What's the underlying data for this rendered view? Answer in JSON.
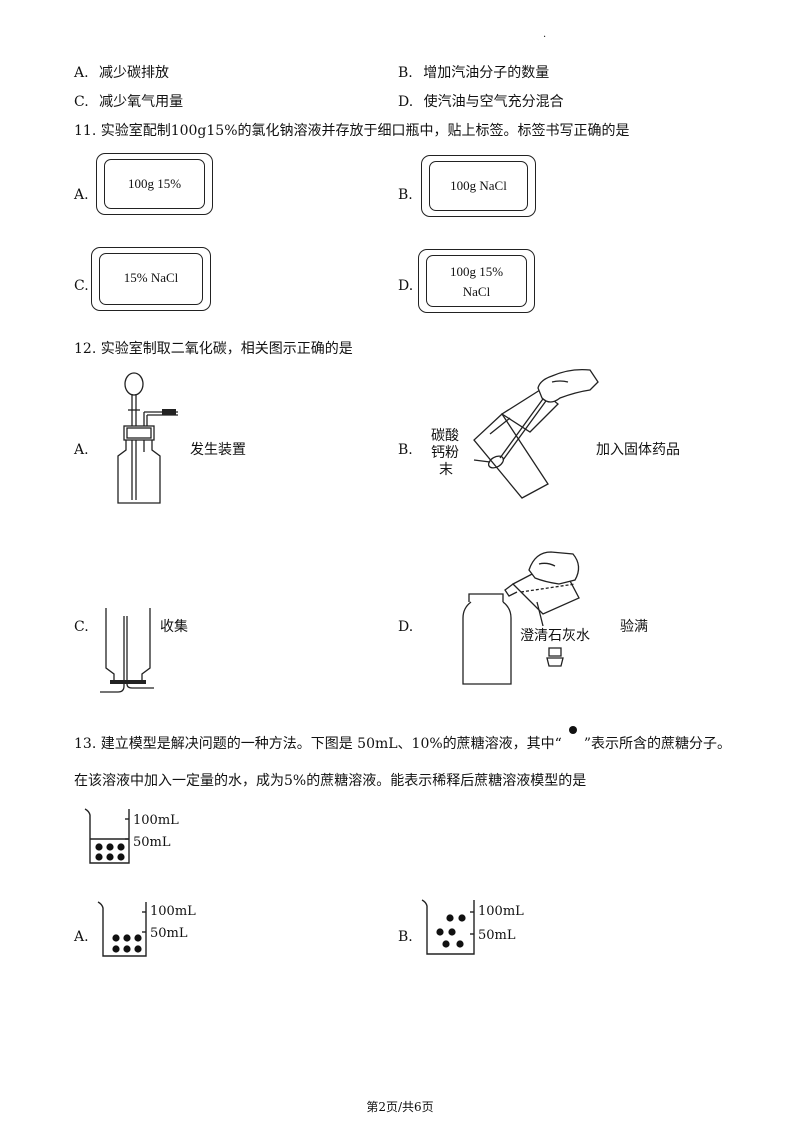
{
  "top_mark": ".",
  "q10": {
    "options": [
      {
        "letter": "A.",
        "text": "减少碳排放"
      },
      {
        "letter": "B.",
        "text": "增加汽油分子的数量"
      },
      {
        "letter": "C.",
        "text": "减少氧气用量"
      },
      {
        "letter": "D.",
        "text": "使汽油与空气充分混合"
      }
    ]
  },
  "q11": {
    "stem": "11.  实验室配制100g15%的氯化钠溶液并存放于细口瓶中，贴上标签。标签书写正确的是",
    "options": [
      {
        "letter": "A.",
        "label_lines": [
          "100g 15%"
        ]
      },
      {
        "letter": "B.",
        "label_lines": [
          "100g NaCl"
        ]
      },
      {
        "letter": "C.",
        "label_lines": [
          "15% NaCl"
        ]
      },
      {
        "letter": "D.",
        "label_lines": [
          "100g 15%",
          "NaCl"
        ]
      }
    ]
  },
  "q12": {
    "stem": "12.  实验室制取二氧化碳，相关图示正确的是",
    "options": [
      {
        "letter": "A.",
        "caption": "发生装置"
      },
      {
        "letter": "B.",
        "caption": "加入固体药品",
        "figure_label": [
          "碳酸",
          "钙粉",
          "末"
        ]
      },
      {
        "letter": "C.",
        "caption": "收集"
      },
      {
        "letter": "D.",
        "caption": "验满",
        "figure_label": "澄清石灰水"
      }
    ]
  },
  "q13": {
    "stem_line1_a": "13.  建立模型是解决问题的一种方法。下图是 50mL、10%的蔗糖溶液，其中“",
    "stem_line1_b": "”表示所含的蔗糖分子。",
    "stem_line2": "在该溶液中加入一定量的水，成为5%的蔗糖溶液。能表示稀释后蔗糖溶液模型的是",
    "beaker_marks": {
      "upper": "100mL",
      "lower": "50mL"
    },
    "options": [
      {
        "letter": "A."
      },
      {
        "letter": "B."
      }
    ]
  },
  "footer": "第2页/共6页"
}
